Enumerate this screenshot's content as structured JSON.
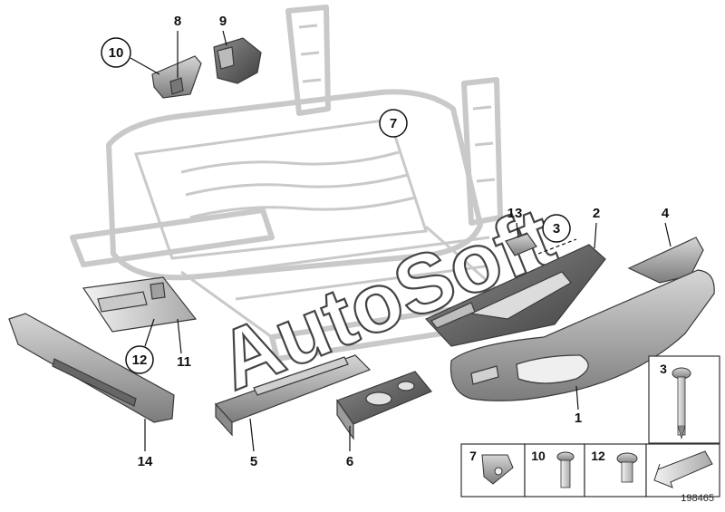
{
  "document_number": "198465",
  "watermark_text": "AutoSoft",
  "callouts": {
    "c1": "1",
    "c2": "2",
    "c3": "3",
    "c4": "4",
    "c5": "5",
    "c6": "6",
    "c7": "7",
    "c8": "8",
    "c9": "9",
    "c10": "10",
    "c11": "11",
    "c12": "12",
    "c13": "13",
    "c14": "14"
  },
  "legend": {
    "screw_label": "3",
    "boxes": [
      "7",
      "10",
      "12"
    ]
  },
  "colors": {
    "frame": "#c9c9c9",
    "part_fill": "#9a9a9a",
    "part_dark": "#555555",
    "box_border": "#333333"
  }
}
